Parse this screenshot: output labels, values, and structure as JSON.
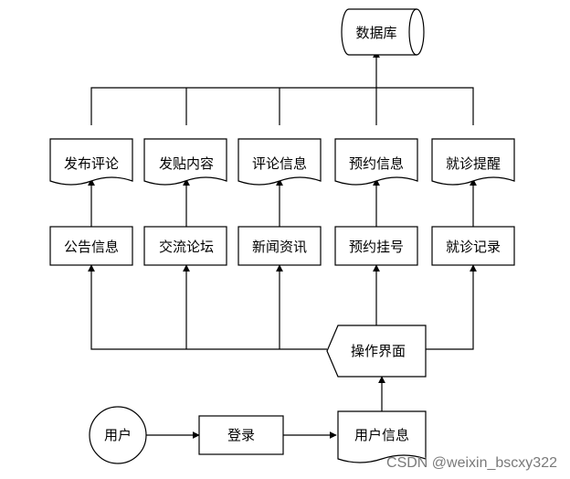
{
  "diagram": {
    "database": "数据库",
    "documents": [
      "发布评论",
      "发贴内容",
      "评论信息",
      "预约信息",
      "就诊提醒"
    ],
    "modules": [
      "公告信息",
      "交流论坛",
      "新闻资讯",
      "预约挂号",
      "就诊记录"
    ],
    "interface": "操作界面",
    "user": "用户",
    "login": "登录",
    "user_info": "用户信息"
  },
  "watermark": "CSDN @weixin_bscxy322"
}
